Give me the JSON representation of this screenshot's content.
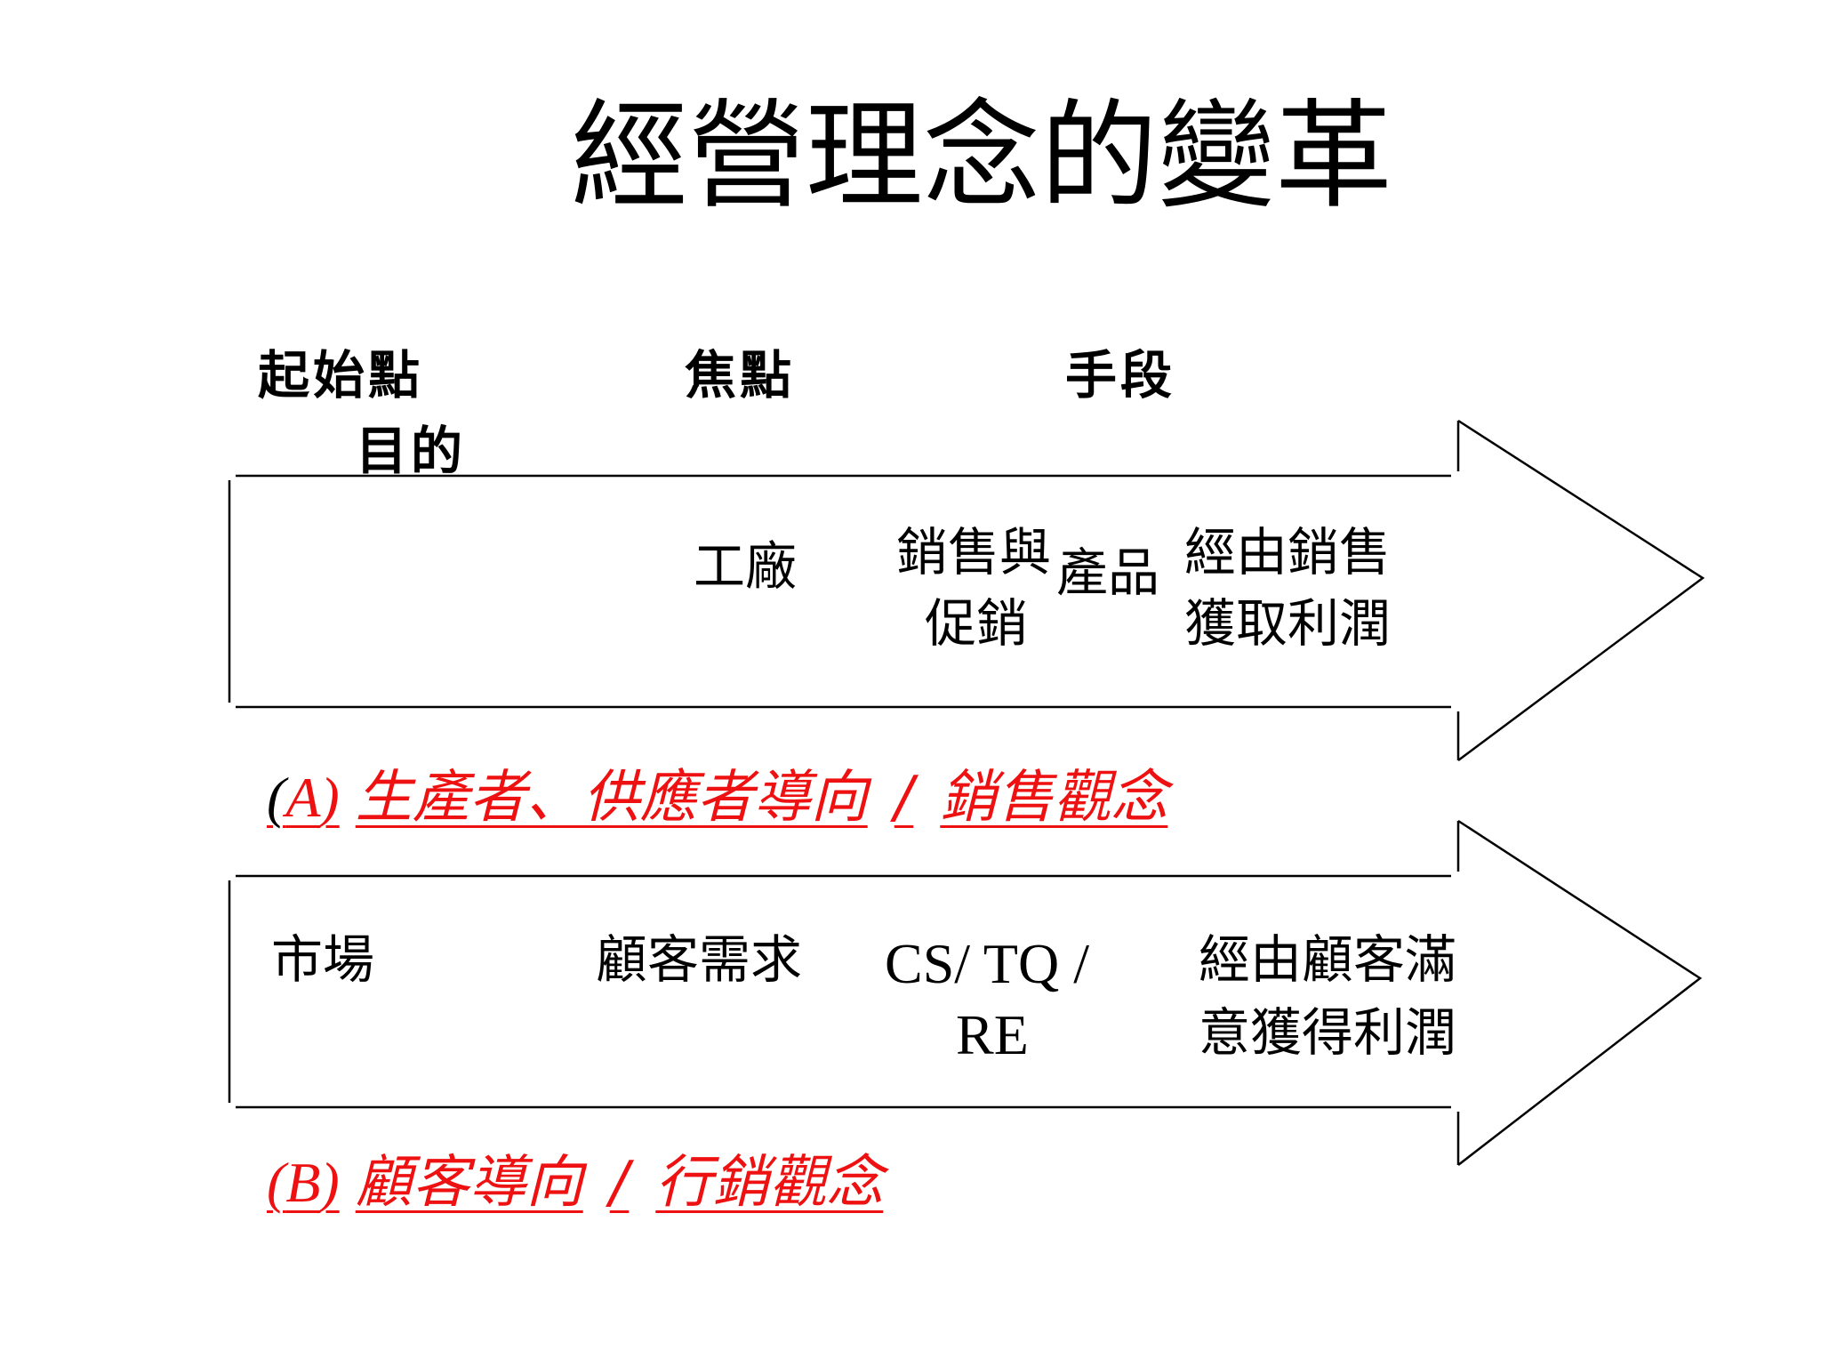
{
  "title": "經營理念的變革",
  "headers": {
    "start": "起始點",
    "purpose": "目的",
    "focus": "焦點",
    "means": "手段"
  },
  "row_a": {
    "focus": "工廠",
    "means_line1": "銷售與",
    "means_line2": "促銷",
    "means_overlap": "產品",
    "purpose_line1": "經由銷售",
    "purpose_line2": "獲取利潤",
    "caption": {
      "open_paren": "(",
      "letter": "A",
      "close_paren": ")",
      "text": "生產者、供應者導向",
      "slash": "/",
      "concept": "銷售觀念"
    }
  },
  "row_b": {
    "start": "市場",
    "focus": "顧客需求",
    "means_line1": "CS/ TQ /",
    "means_line2": "RE",
    "purpose_line1": "經由顧客滿",
    "purpose_line2": "意獲得利潤",
    "caption": {
      "open_paren": "(",
      "letter": "B",
      "close_paren": ")",
      "text": "顧客導向",
      "slash": "/",
      "concept": "行銷觀念"
    }
  },
  "colors": {
    "caption": "#ee1111",
    "line": "#000000",
    "background": "#ffffff"
  }
}
